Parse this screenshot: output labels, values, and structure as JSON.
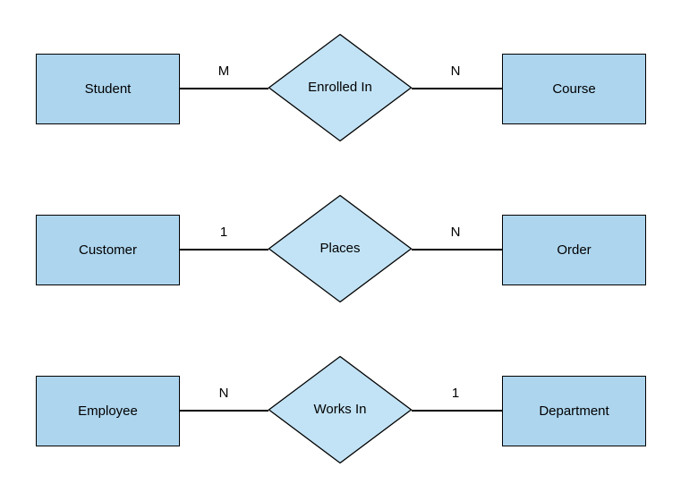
{
  "diagram": {
    "kind": "entity-relationship-diagram",
    "colors": {
      "background": "#FFFFFF",
      "entity_fill": "#ADD5EE",
      "relationship_fill": "#C2E3F5",
      "stroke": "#000000",
      "text": "#000000"
    },
    "relationships": [
      {
        "left_entity": "Student",
        "left_cardinality": "M",
        "name": "Enrolled In",
        "right_cardinality": "N",
        "right_entity": "Course"
      },
      {
        "left_entity": "Customer",
        "left_cardinality": "1",
        "name": "Places",
        "right_cardinality": "N",
        "right_entity": "Order"
      },
      {
        "left_entity": "Employee",
        "left_cardinality": "N",
        "name": "Works In",
        "right_cardinality": "1",
        "right_entity": "Department"
      }
    ]
  }
}
